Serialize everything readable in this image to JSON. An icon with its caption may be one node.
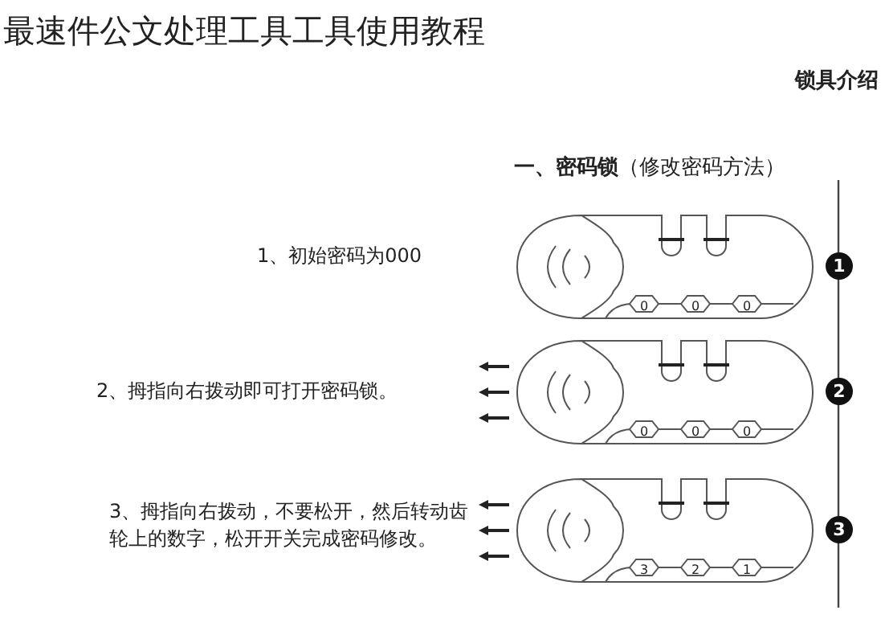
{
  "diagram": {
    "title": "最速件公文处理工具工具使用教程",
    "labels": [
      "锁具介绍",
      "**一、密码锁**（修改密码方法）",
      "1",
      "1、初始密码为000",
      "0",
      "0",
      "0",
      "2",
      "2、拇指向右拨动即可打开密码锁。",
      "0",
      "0",
      "0",
      "3",
      "3、拇指向右拨动，不要松开，然后转动齿轮上的数字，松开开关完成密码修改。",
      "3",
      "2",
      "1"
    ]
  }
}
